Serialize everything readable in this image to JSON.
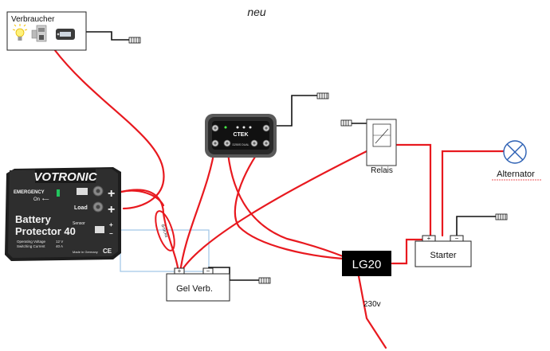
{
  "diagram": {
    "title": "neu",
    "consumer_box": {
      "label": "Verbraucher",
      "icons": [
        "lightbulb-icon",
        "coffee-machine-icon",
        "radio-icon"
      ]
    },
    "battery_protector": {
      "brand": "VOTRONIC",
      "emergency_label": "EMERGENCY",
      "on_label": "On",
      "load_label": "Load",
      "sensor_label": "Sensor",
      "title_line1": "Battery",
      "title_line2": "Protector 40",
      "spec_voltage_label": "Operating Voltage",
      "spec_voltage_value": "12 V",
      "spec_current_label": "Switching Current",
      "spec_current_value": "40 A",
      "made_in": "Made in Germany",
      "ce_mark": "CE",
      "terminal_plus": "+",
      "terminal_minus": "−"
    },
    "ctek": {
      "brand": "CTEK",
      "model": "D250S DUAL"
    },
    "relais": {
      "label": "Relais"
    },
    "alternator": {
      "label": "Alternator"
    },
    "gel_battery": {
      "label": "Gel Verb.",
      "plus": "+",
      "minus": "−"
    },
    "starter_battery": {
      "label": "Starter",
      "plus": "+",
      "minus": "−"
    },
    "charger": {
      "label": "LG20",
      "mains_label": "230v"
    },
    "shunt_note": "Brücke",
    "colors": {
      "wire": "#e8191f",
      "ground": "#111111",
      "sensor": "#9ec4e6",
      "charger": "#000000"
    }
  }
}
